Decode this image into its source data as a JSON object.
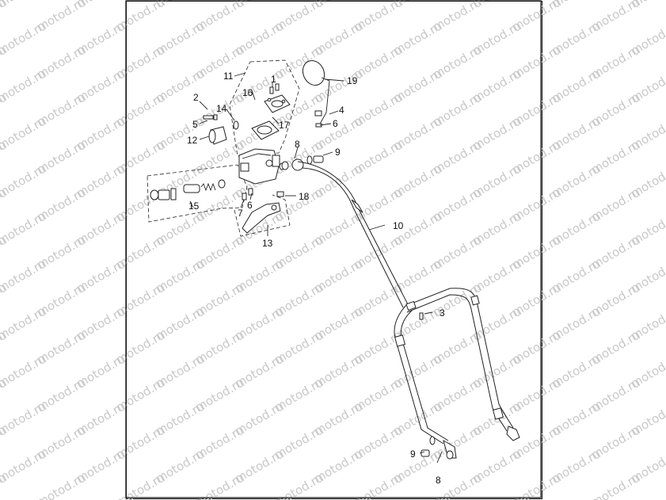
{
  "watermark": "motod.ru",
  "callouts": {
    "c1": "1",
    "c2": "2",
    "c3": "3",
    "c4": "4",
    "c5": "5",
    "c6a": "6",
    "c6b": "6",
    "c7": "7",
    "c8a": "8",
    "c8b": "8",
    "c9a": "9",
    "c9b": "9",
    "c10": "10",
    "c11": "11",
    "c12": "12",
    "c13": "13",
    "c14": "14",
    "c15": "15",
    "c16": "16",
    "c17": "17",
    "c18": "18",
    "c19": "19"
  }
}
